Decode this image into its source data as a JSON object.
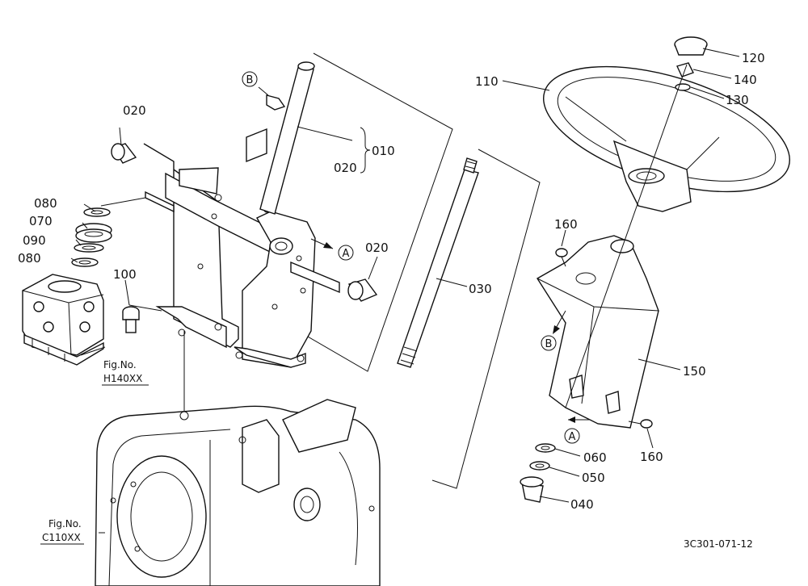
{
  "labels": {
    "p010": "010",
    "p020_a": "020",
    "p020_b": "020",
    "p020_c": "020",
    "p030": "030",
    "p040": "040",
    "p050": "050",
    "p060": "060",
    "p070": "070",
    "p080_a": "080",
    "p080_b": "080",
    "p090": "090",
    "p100": "100",
    "p110": "110",
    "p120": "120",
    "p130": "130",
    "p140": "140",
    "p150": "150",
    "p160_a": "160",
    "p160_b": "160"
  },
  "markers": {
    "a1": "A",
    "a2": "A",
    "b1": "B",
    "b2": "B"
  },
  "refs": {
    "fig1_title": "Fig.No.",
    "fig1_code": "H140XX",
    "fig2_title": "Fig.No.",
    "fig2_code": "C110XX"
  },
  "drawing_code": "3C301-071-12"
}
